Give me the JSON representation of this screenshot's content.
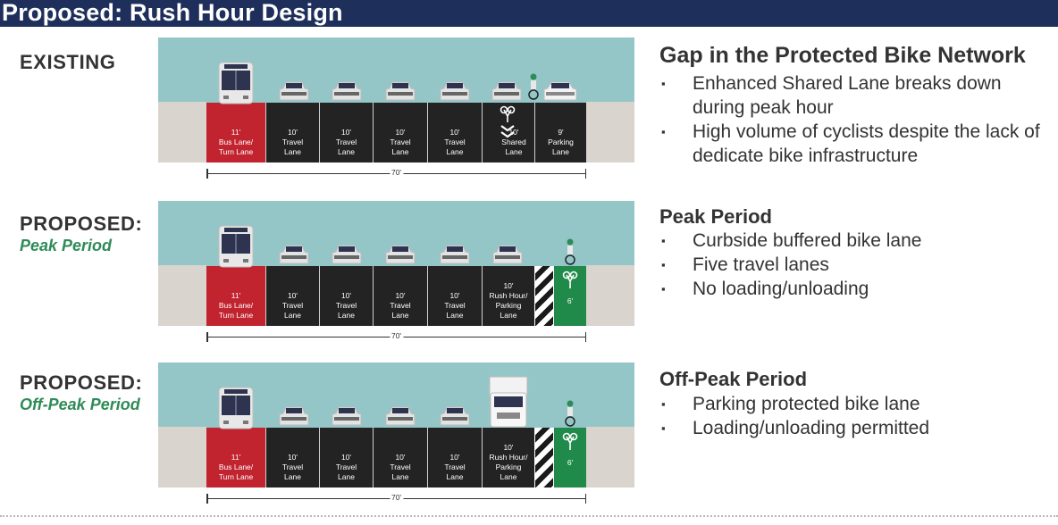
{
  "header": {
    "title": "Proposed: Rush Hour Design"
  },
  "colors": {
    "header_bg": "#1f2f5b",
    "bus_lane": "#c1232f",
    "travel_lane": "#232323",
    "bike_lane": "#1f8a4a",
    "sky": "#94c6c8",
    "sidewalk": "#d9d4cd",
    "label_green": "#2e8b57"
  },
  "rows": [
    {
      "label": "EXISTING",
      "sublabel": "",
      "lanes": [
        {
          "type": "bus",
          "text": "11'\nBus Lane/\nTurn Lane"
        },
        {
          "type": "travel",
          "text": "10'\nTravel\nLane"
        },
        {
          "type": "travel",
          "text": "10'\nTravel\nLane"
        },
        {
          "type": "travel",
          "text": "10'\nTravel\nLane"
        },
        {
          "type": "travel",
          "text": "10'\nTravel\nLane"
        },
        {
          "type": "travel",
          "text": "10'\nShared\nLane"
        },
        {
          "type": "travel",
          "text": "9'\nParking\nLane"
        }
      ],
      "width_label": "70'",
      "panel": {
        "title": "Gap in the Protected Bike Network",
        "bullets": [
          "Enhanced Shared Lane breaks down during peak hour",
          "High volume of cyclists despite the lack of dedicate bike infrastructure"
        ]
      }
    },
    {
      "label": "PROPOSED:",
      "sublabel": "Peak Period",
      "lanes": [
        {
          "type": "bus",
          "text": "11'\nBus Lane/\nTurn Lane"
        },
        {
          "type": "travel",
          "text": "10'\nTravel\nLane"
        },
        {
          "type": "travel",
          "text": "10'\nTravel\nLane"
        },
        {
          "type": "travel",
          "text": "10'\nTravel\nLane"
        },
        {
          "type": "travel",
          "text": "10'\nTravel\nLane"
        },
        {
          "type": "travel",
          "text": "10'\nRush Hour/\nParking\nLane"
        },
        {
          "type": "bike",
          "text": "6'"
        }
      ],
      "width_label": "70'",
      "panel": {
        "title": "Peak Period",
        "bullets": [
          "Curbside buffered bike lane",
          "Five travel lanes",
          "No loading/unloading"
        ]
      }
    },
    {
      "label": "PROPOSED:",
      "sublabel": "Off-Peak Period",
      "lanes": [
        {
          "type": "bus",
          "text": "11'\nBus Lane/\nTurn Lane"
        },
        {
          "type": "travel",
          "text": "10'\nTravel\nLane"
        },
        {
          "type": "travel",
          "text": "10'\nTravel\nLane"
        },
        {
          "type": "travel",
          "text": "10'\nTravel\nLane"
        },
        {
          "type": "travel",
          "text": "10'\nTravel\nLane"
        },
        {
          "type": "travel",
          "text": "10'\nRush Hour/\nParking\nLane"
        },
        {
          "type": "bike",
          "text": "6'"
        }
      ],
      "width_label": "70'",
      "panel": {
        "title": "Off-Peak Period",
        "bullets": [
          "Parking protected bike lane",
          "Loading/unloading permitted"
        ]
      }
    }
  ]
}
